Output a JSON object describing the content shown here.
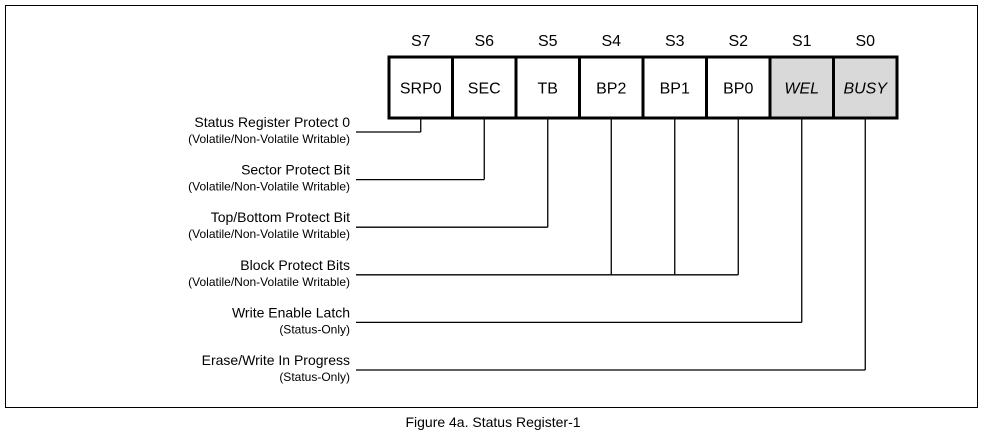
{
  "caption": "Figure 4a. Status Register-1",
  "status_only_fill": "#d9d9d9",
  "bits": [
    {
      "bit": "S7",
      "name": "SRP0",
      "status_only": false
    },
    {
      "bit": "S6",
      "name": "SEC",
      "status_only": false
    },
    {
      "bit": "S5",
      "name": "TB",
      "status_only": false
    },
    {
      "bit": "S4",
      "name": "BP2",
      "status_only": false
    },
    {
      "bit": "S3",
      "name": "BP1",
      "status_only": false
    },
    {
      "bit": "S2",
      "name": "BP0",
      "status_only": false
    },
    {
      "bit": "S1",
      "name": "WEL",
      "status_only": true
    },
    {
      "bit": "S0",
      "name": "BUSY",
      "status_only": true
    }
  ],
  "fields": [
    {
      "label": "Status Register Protect 0",
      "note": "(Volatile/Non-Volatile Writable)",
      "bits": [
        0
      ]
    },
    {
      "label": "Sector Protect Bit",
      "note": "(Volatile/Non-Volatile Writable)",
      "bits": [
        1
      ]
    },
    {
      "label": "Top/Bottom Protect Bit",
      "note": "(Volatile/Non-Volatile Writable)",
      "bits": [
        2
      ]
    },
    {
      "label": "Block Protect Bits",
      "note": "(Volatile/Non-Volatile Writable)",
      "bits": [
        3,
        4,
        5
      ]
    },
    {
      "label": "Write Enable Latch",
      "note": "(Status-Only)",
      "bits": [
        6
      ]
    },
    {
      "label": "Erase/Write In Progress",
      "note": "(Status-Only)",
      "bits": [
        7
      ]
    }
  ]
}
